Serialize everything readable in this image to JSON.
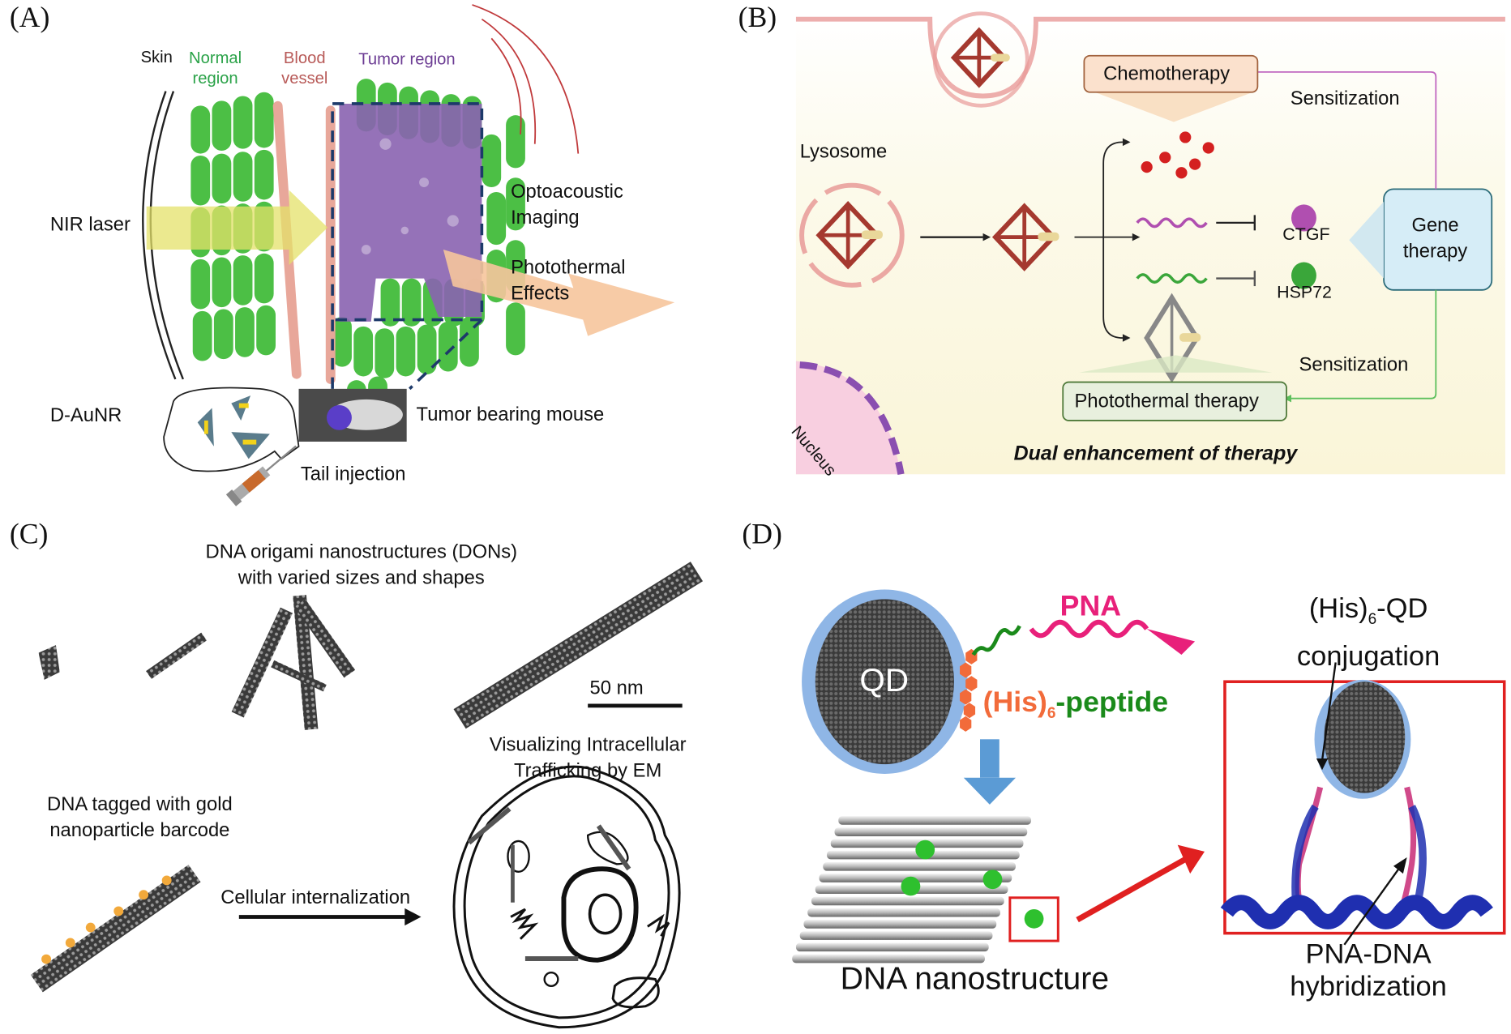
{
  "figure": {
    "panels": [
      {
        "label": "(A)"
      },
      {
        "label": "(B)"
      },
      {
        "label": "(C)"
      },
      {
        "label": "(D)"
      }
    ]
  },
  "panelA": {
    "skin": "Skin",
    "normal_region": [
      "Normal",
      "region"
    ],
    "blood_vessel": [
      "Blood",
      "vessel"
    ],
    "tumor_region": "Tumor region",
    "nir_laser": "NIR laser",
    "optoacoustic": [
      "Optoacoustic",
      "Imaging"
    ],
    "photothermal": [
      "Photothermal",
      "Effects"
    ],
    "d_aunr": "D-AuNR",
    "tumor_mouse": "Tumor bearing mouse",
    "tail_injection": "Tail injection",
    "colors": {
      "normal": "#4cbf45",
      "vessel": "#e8a79a",
      "tumor": "#8a63b0",
      "laser": "#e4e26a"
    }
  },
  "panelB": {
    "chemotherapy": "Chemotherapy",
    "sensitization_top": "Sensitization",
    "lysosome": "Lysosome",
    "ctgf": "CTGF",
    "hsp72": "HSP72",
    "gene_therapy": [
      "Gene",
      "therapy"
    ],
    "sensitization_bottom": "Sensitization",
    "photothermal_therapy": "Photothermal therapy",
    "nucleus": "Nucleus",
    "caption": "Dual enhancement of therapy",
    "colors": {
      "background": "#fbf8e2",
      "membrane": "#e89a98",
      "ctgf": "#b04fb0",
      "hsp72": "#3aa63a",
      "gene_box": "#d6edf7"
    }
  },
  "panelC": {
    "title": [
      "DNA origami nanostructures (DONs)",
      "with varied sizes and shapes"
    ],
    "scale_bar": "50 nm",
    "visualizing": [
      "Visualizing Intracellular",
      "Trafficking by EM"
    ],
    "dna_tagged": [
      "DNA tagged with gold",
      "nanoparticle barcode"
    ],
    "cellular_internalization": "Cellular internalization"
  },
  "panelD": {
    "qd": "QD",
    "pna": "PNA",
    "his_peptide": {
      "his": "(His)",
      "sub": "6",
      "peptide": "-peptide"
    },
    "his_qd": {
      "his": "(His)",
      "sub": "6",
      "rest": "-QD"
    },
    "conjugation": "conjugation",
    "dna_nanostructure": "DNA nanostructure",
    "pna_dna": [
      "PNA-DNA",
      "hybridization"
    ],
    "colors": {
      "pna": "#e8207a",
      "his": "#f26b3a",
      "peptide": "#1a8a1a",
      "shell": "#8fb6e6",
      "frame": "#e02020",
      "arrow_blue": "#5b9bd5"
    }
  }
}
